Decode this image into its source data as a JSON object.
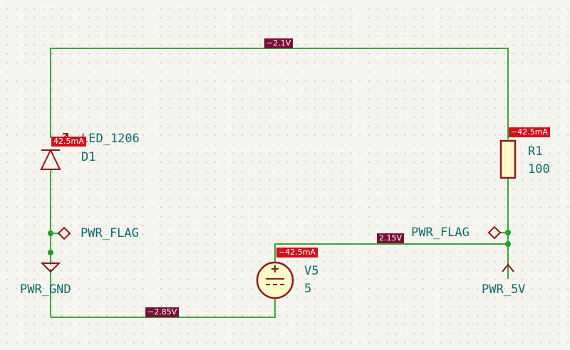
{
  "colors": {
    "background": "#f5f4ef",
    "wire": "#3aa63a",
    "junction": "#1ea01e",
    "component": "#8b1a1a",
    "component_fill": "#fdfbc8",
    "label_text": "#0e6b6b",
    "voltage_tag": "#7a0f3a",
    "current_tag": "#d0101a"
  },
  "components": {
    "d1": {
      "value": "LED_1206",
      "ref": "D1",
      "current": "42.5mA"
    },
    "r1": {
      "ref": "R1",
      "value": "100",
      "current": "−42.5mA"
    },
    "v5": {
      "ref": "V5",
      "value": "5",
      "current": "−42.5mA"
    }
  },
  "power": {
    "flag_left": "PWR_FLAG",
    "flag_right": "PWR_FLAG",
    "gnd": "PWR_GND",
    "vcc": "PWR_5V"
  },
  "net_voltages": {
    "top": "−2.1V",
    "right_mid": "2.15V",
    "bottom": "−2.85V"
  }
}
